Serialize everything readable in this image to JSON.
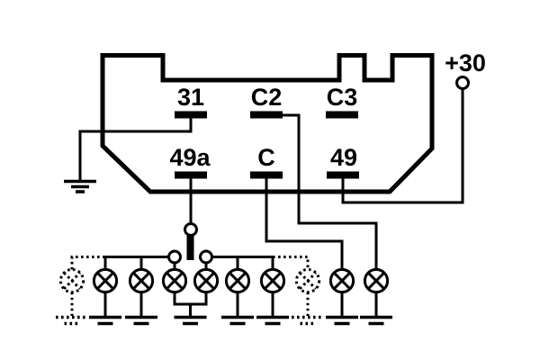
{
  "palette": {
    "background": "#ffffff",
    "ink": "#000000"
  },
  "relay": {
    "terminals_top": [
      {
        "label": "31"
      },
      {
        "label": "C2"
      },
      {
        "label": "C3"
      }
    ],
    "terminals_bottom": [
      {
        "label": "49a"
      },
      {
        "label": "C"
      },
      {
        "label": "49"
      }
    ]
  },
  "supply": {
    "label": "+30"
  },
  "symbols": {
    "solid_lamps": 8,
    "dotted_lamps": 2,
    "lamp_grounds": 7,
    "dotted_lamp_grounds": 2,
    "main_grounds": 1,
    "switch_contacts": 2
  }
}
